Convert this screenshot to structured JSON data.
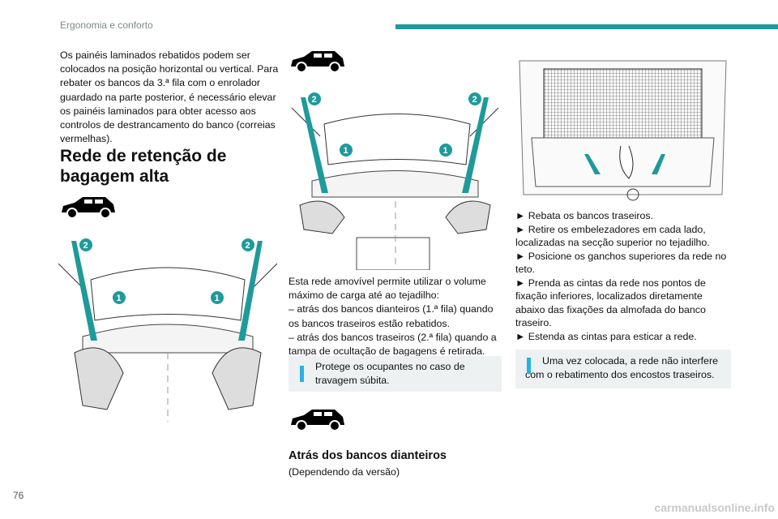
{
  "header": {
    "section": "Ergonomia e conforto",
    "page_number": "76"
  },
  "left": {
    "paragraph": "Os painéis laminados rebatidos podem ser colocados na posição horizontal ou vertical. Para rebater os bancos da 3.ª fila com o enrolador guardado na parte posterior, é necessário elevar os painéis laminados para obter acesso aos controlos de destrancamento do banco (correias vermelhas).",
    "heading": "Rede de retenção de bagagem alta",
    "callouts": [
      "1",
      "2"
    ]
  },
  "middle": {
    "callouts": [
      "1",
      "2"
    ],
    "paragraph_lines": [
      "Esta rede amovível permite utilizar o volume máximo de carga até ao tejadilho:",
      "– atrás dos bancos dianteiros (1.ª fila) quando os bancos traseiros estão rebatidos.",
      "– atrás dos bancos traseiros (2.ª fila) quando a tampa de ocultação de bagagens é retirada."
    ],
    "note": "Protege os ocupantes no caso de travagem súbita.",
    "subheading": "Atrás dos bancos dianteiros",
    "subnote": "(Dependendo da versão)"
  },
  "right": {
    "steps": [
      "Rebata os bancos traseiros.",
      "Retire os embelezadores em cada lado, localizadas na secção superior no tejadilho.",
      "Posicione os ganchos superiores da rede no teto.",
      "Prenda as cintas da rede nos pontos de fixação inferiores, localizados diretamente abaixo das fixações da almofada do banco traseiro.",
      "Estenda as cintas para esticar a rede."
    ],
    "note": "Uma vez colocada, a rede não interfere com o rebatimento dos encostos traseiros."
  },
  "watermark": "carmanualsonline.info",
  "colors": {
    "accent": "#1f9a9a",
    "info": "#2ab0e0",
    "note_bg": "#eef1f2"
  }
}
